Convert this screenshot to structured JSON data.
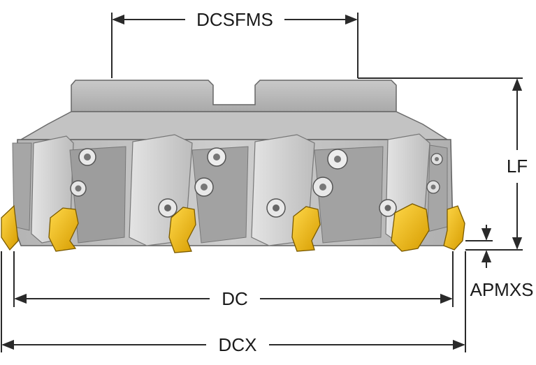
{
  "diagram": {
    "dimensions": [
      {
        "id": "dcsfms",
        "label": "DCSFMS"
      },
      {
        "id": "lf",
        "label": "LF"
      },
      {
        "id": "apmxs",
        "label": "APMXS"
      },
      {
        "id": "dc",
        "label": "DC"
      },
      {
        "id": "dcx",
        "label": "DCX"
      }
    ],
    "colors": {
      "body_light": "#d4d4d4",
      "body_mid": "#b9b9b9",
      "body_dark": "#8f8f8f",
      "edge": "#5a5a5a",
      "insert": "#e8b400",
      "insert_shadow": "#a67c00",
      "dimension_line": "#2a2a2a"
    },
    "insert_count_visible": 6
  }
}
